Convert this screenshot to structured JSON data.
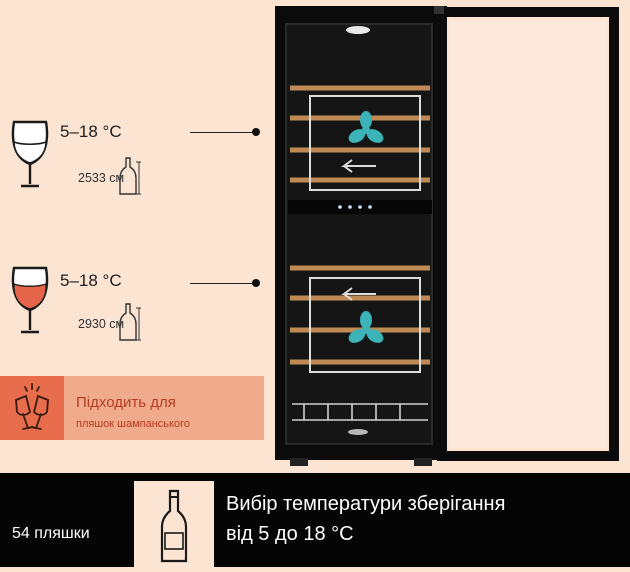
{
  "zones": [
    {
      "temperature": "5–18 °C",
      "dimension": "2533 см",
      "wine": "white"
    },
    {
      "temperature": "5–18 °C",
      "dimension": "2930 см",
      "wine": "red"
    }
  ],
  "badge": {
    "title": "Підходить для",
    "subtitle": "пляшок шампанського"
  },
  "footer": {
    "bottle_count": "54 пляшки",
    "line1": "Вибір температури зберігання",
    "line2": "від 5 до 18 °C"
  },
  "colors": {
    "background": "#fbe4d2",
    "accent": "#e86d4c",
    "fan": "#3bb3b8",
    "footer": "#050505"
  }
}
